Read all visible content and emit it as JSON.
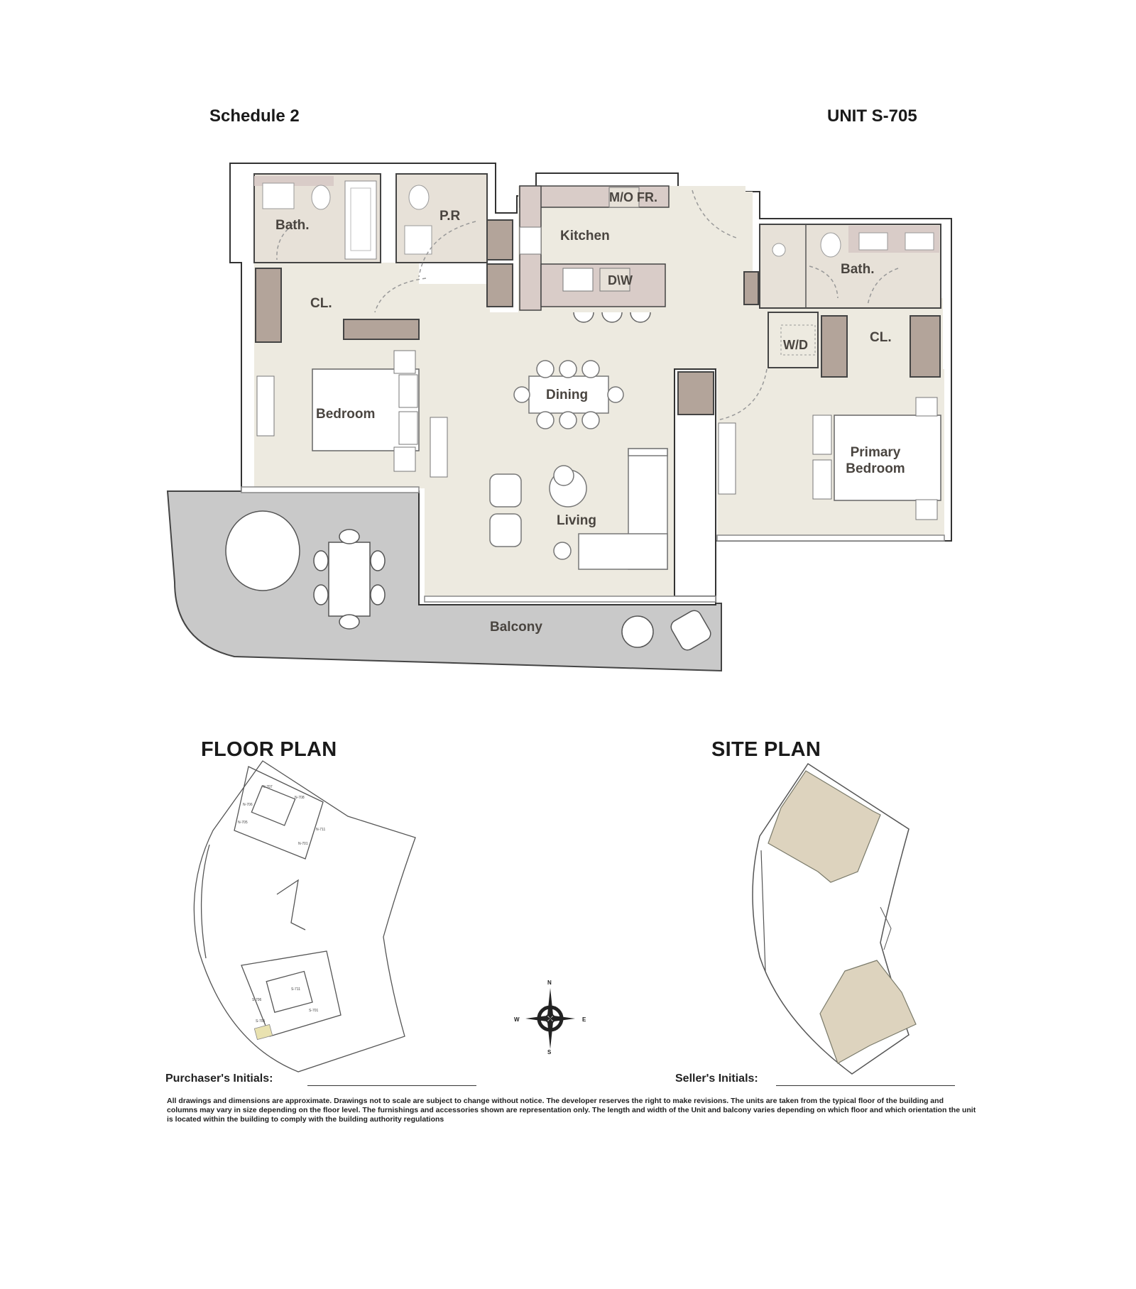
{
  "header": {
    "schedule": "Schedule 2",
    "unit": "UNIT S-705"
  },
  "rooms": {
    "bath_left": "Bath.",
    "powder_room": "P.R",
    "kitchen": "Kitchen",
    "microwave_fridge": "M/O FR.",
    "dishwasher": "D\\W",
    "closet_left": "CL.",
    "bedroom": "Bedroom",
    "dining": "Dining",
    "living": "Living",
    "balcony": "Balcony",
    "bath_right": "Bath.",
    "washer_dryer": "W/D",
    "closet_right": "CL.",
    "primary_bedroom_line1": "Primary",
    "primary_bedroom_line2": "Bedroom"
  },
  "sections": {
    "floor_plan": "FLOOR PLAN",
    "site_plan": "SITE PLAN"
  },
  "compass": {
    "n": "N",
    "s": "S",
    "e": "E",
    "w": "W"
  },
  "signatures": {
    "purchaser": "Purchaser's Initials:",
    "seller": "Seller's Initials:"
  },
  "disclaimer": "All drawings and dimensions are approximate. Drawings not to  scale  are subject to change without notice. The developer reserves the right to make revisions. The units are taken from the typical floor of the building  and columns may vary in size depending on the floor level. The furnishings and accessories shown are representation only. The length and width of the Unit  and balcony varies depending on which floor and which orientation the unit is located within the building to comply with the building authority regulations",
  "colors": {
    "floor": "#EDEAE0",
    "wet_area": "#E7E1D8",
    "casework": "#B3A49A",
    "counter": "#D9CCC8",
    "balcony": "#C9C9C9",
    "wall": "#3a3a3a",
    "site_building": "#DDD3BE",
    "highlight_unit": "#E9E2B0"
  }
}
